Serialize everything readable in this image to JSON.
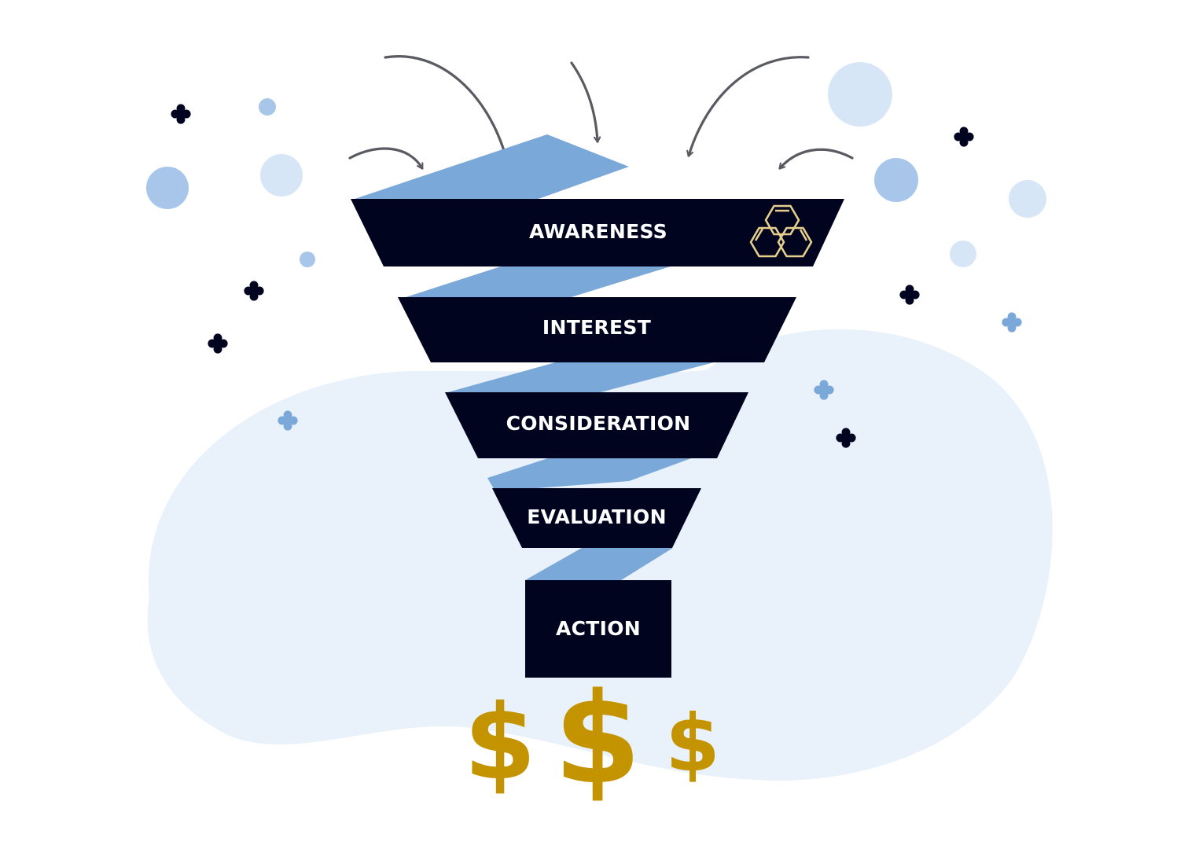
{
  "funnel": {
    "stages": [
      {
        "id": "awareness",
        "label": "AWARENESS"
      },
      {
        "id": "interest",
        "label": "INTEREST"
      },
      {
        "id": "consideration",
        "label": "CONSIDERATION"
      },
      {
        "id": "evaluation",
        "label": "EVALUATION"
      },
      {
        "id": "action",
        "label": "ACTION"
      }
    ]
  },
  "outcome": {
    "dollar_left": "$",
    "dollar_center": "$",
    "dollar_right": "$"
  },
  "logo": {
    "icon": "hexagon-cluster-icon"
  },
  "colors": {
    "stage_fill": "#00041e",
    "ribbon": "#7aa8d8",
    "blob": "#e9f1fa",
    "dollar": "#c49400",
    "arrow": "#5a5a62",
    "logo_stroke": "#e6cf8c",
    "dot_light": "#d7e6f6",
    "dot_mid": "#a8c5ea",
    "sparkle_dark": "#00041e",
    "sparkle_blue": "#7aa8d8"
  }
}
